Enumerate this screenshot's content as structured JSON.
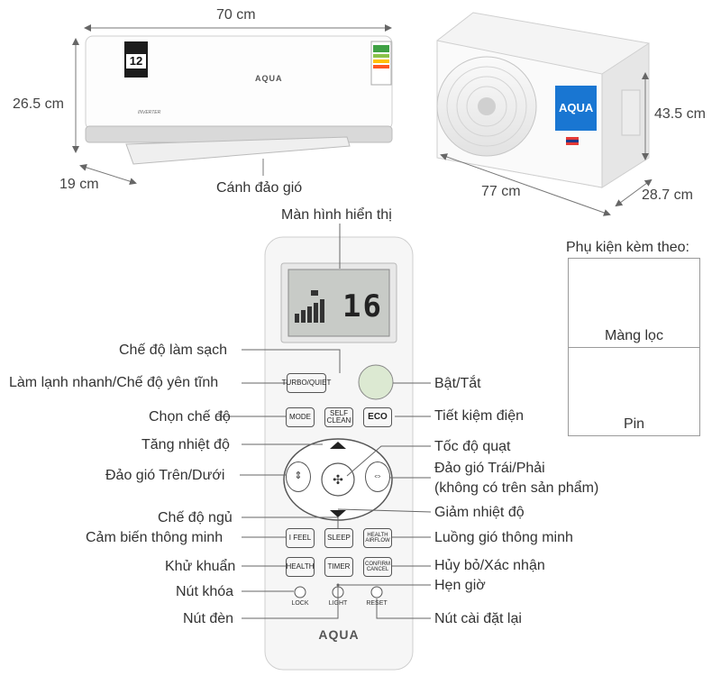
{
  "dimensions": {
    "indoor_width": "70 cm",
    "indoor_height": "26.5 cm",
    "indoor_depth": "19 cm",
    "outdoor_width": "77 cm",
    "outdoor_height": "43.5 cm",
    "outdoor_depth": "28.7 cm"
  },
  "indoor_unit": {
    "louver_label": "Cánh đảo gió",
    "brand": "AQUA",
    "inverter": "INVERTER",
    "badge_number": "12"
  },
  "outdoor_unit": {
    "brand": "AQUA"
  },
  "remote": {
    "display_label": "Màn hình hiển thị",
    "lcd_temp": "16",
    "brand": "AQUA",
    "buttons": {
      "turbo_quiet": "TURBO/QUIET",
      "mode": "MODE",
      "self_clean": "SELF CLEAN",
      "eco": "ECO",
      "ifeel": "I FEEL",
      "sleep": "SLEEP",
      "health_airflow": "HEALTH AIRFLOW",
      "health": "HEALTH",
      "timer": "TIMER",
      "confirm_cancel": "CONFIRM CANCEL",
      "lock": "LOCK",
      "light": "LIGHT",
      "reset": "RESET"
    }
  },
  "callouts_left": {
    "self_clean": "Chế độ làm sạch",
    "turbo_quiet": "Làm lạnh nhanh/Chế độ yên tĩnh",
    "mode": "Chọn chế độ",
    "temp_up": "Tăng nhiệt độ",
    "swing_vertical": "Đảo gió Trên/Dưới",
    "sleep": "Chế độ ngủ",
    "ifeel": "Cảm biến thông minh",
    "health": "Khử khuẩn",
    "lock": "Nút khóa",
    "light": "Nút đèn"
  },
  "callouts_right": {
    "power": "Bật/Tắt",
    "eco": "Tiết kiệm điện",
    "fan_speed": "Tốc độ quạt",
    "swing_horizontal": "Đảo gió Trái/Phải",
    "swing_horizontal_note": "(không có trên sản phẩm)",
    "temp_down": "Giảm nhiệt độ",
    "health_airflow": "Luồng gió thông minh",
    "confirm_cancel": "Hủy bỏ/Xác nhận",
    "timer": "Hẹn giờ",
    "reset": "Nút cài đặt lại"
  },
  "accessories": {
    "title": "Phụ kiện kèm theo:",
    "filter_label": "Màng lọc",
    "battery_label": "Pin"
  }
}
